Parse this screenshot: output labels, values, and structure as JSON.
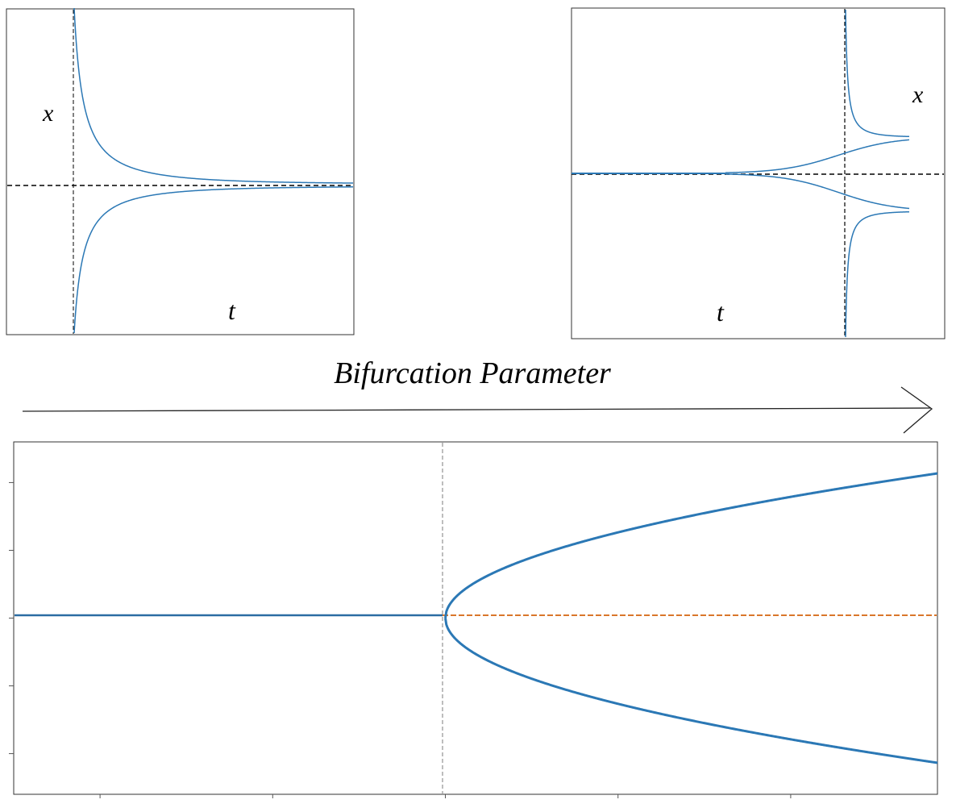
{
  "labels": {
    "title": "Bifurcation Parameter",
    "left_x": "x",
    "left_t": "t",
    "right_x": "x",
    "right_t": "t"
  },
  "colors": {
    "curve": "#2b78b5",
    "stable_line": "#2b6ca3",
    "unstable_line": "#d9772b",
    "dashed_axis": "#000000",
    "critical_line": "#9a9a9a",
    "frame": "#333333"
  },
  "chart_data": [
    {
      "type": "line",
      "panel": "before bifurcation (time series)",
      "xlabel": "t",
      "ylabel": "x",
      "equilibrium": "single stable equilibrium x = 0; trajectories decay from above and below",
      "series": [
        {
          "values": "upper decaying trajectory"
        },
        {
          "values": "lower decaying trajectory"
        }
      ]
    },
    {
      "type": "line",
      "panel": "after bifurcation (time series)",
      "xlabel": "t",
      "ylabel": "x",
      "equilibrium": "x = 0 loses stability; trajectories split to two new equilibria",
      "series": [
        {
          "values": "upper branch trajectory"
        },
        {
          "values": "lower branch trajectory"
        }
      ]
    },
    {
      "type": "line",
      "panel": "bifurcation diagram (pitchfork)",
      "xlabel": "Bifurcation Parameter",
      "critical_value": 0,
      "x_range": [
        -1,
        1.14
      ],
      "y_range": [
        -1.3,
        1.3
      ],
      "series": [
        {
          "role": "stable trivial branch",
          "x": [
            -1,
            0
          ],
          "y": [
            0,
            0
          ],
          "style": "solid"
        },
        {
          "role": "unstable trivial branch",
          "x": [
            0,
            1.14
          ],
          "y": [
            0,
            0
          ],
          "style": "dashed"
        },
        {
          "role": "upper stable branch",
          "formula": "y = sqrt(x)",
          "x": [
            0,
            1.14
          ]
        },
        {
          "role": "lower stable branch",
          "formula": "y = -sqrt(x)",
          "x": [
            0,
            1.14
          ]
        }
      ]
    }
  ]
}
